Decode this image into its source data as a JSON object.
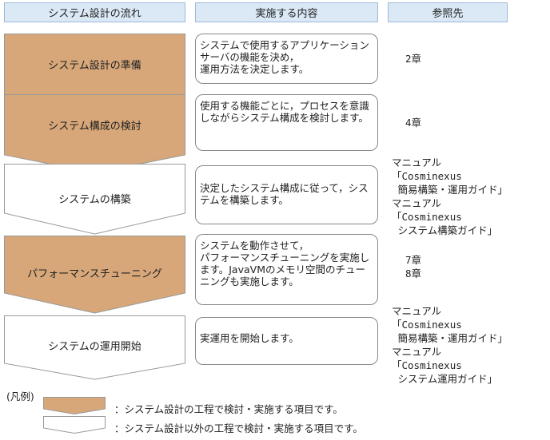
{
  "headers": {
    "flow": "システム設計の流れ",
    "content": "実施する内容",
    "reference": "参照先"
  },
  "colors": {
    "design_step": "#d7a779",
    "other_step": "#ffffff",
    "header_bg": "#dbe9f7"
  },
  "steps": [
    {
      "label": "システム設計の準備",
      "type": "design",
      "content": "システムで使用するアプリケーションサーバの機能を決め，\n運用方法を決定します。",
      "reference": "2章"
    },
    {
      "label": "システム構成の検討",
      "type": "design",
      "content": "使用する機能ごとに，プロセスを意識しながらシステム構成を検討します。",
      "reference": "4章"
    },
    {
      "label": "システムの構築",
      "type": "other",
      "content": "決定したシステム構成に従って，システムを構築します。",
      "reference": "マニュアル\n「Cosminexus\n 簡易構築・運用ガイド」\nマニュアル\n「Cosminexus\n システム構築ガイド」"
    },
    {
      "label": "パフォーマンスチューニング",
      "type": "design",
      "content": "システムを動作させて，\nパフォーマンスチューニングを実施します。JavaVMのメモリ空間のチューニングも実施します。",
      "reference": "7章\n8章"
    },
    {
      "label": "システムの運用開始",
      "type": "other",
      "content": "実運用を開始します。",
      "reference": "マニュアル\n「Cosminexus\n 簡易構築・運用ガイド」\nマニュアル\n「Cosminexus\n システム運用ガイド」"
    }
  ],
  "legend": {
    "title": "(凡例)",
    "design_text": "：システム設計の工程で検討・実施する項目です。",
    "other_text": "：システム設計以外の工程で検討・実施する項目です。"
  }
}
